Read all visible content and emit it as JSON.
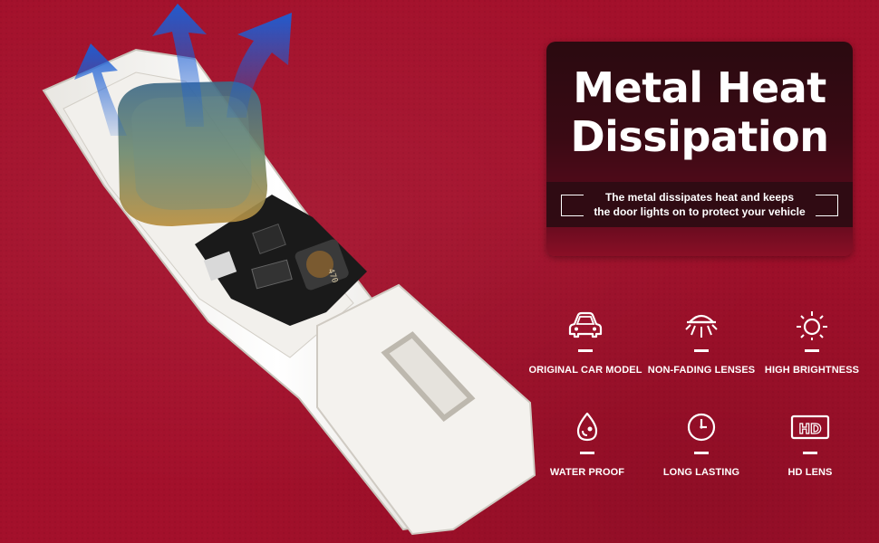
{
  "panel": {
    "title_line1": "Metal Heat",
    "title_line2": "Dissipation",
    "tagline_line1": "The metal dissipates heat and keeps",
    "tagline_line2": "the door lights on to protect your vehicle"
  },
  "features": [
    {
      "label": "ORIGINAL CAR MODEL",
      "icon": "car-icon"
    },
    {
      "label": "NON-FADING LENSES",
      "icon": "lamp-icon"
    },
    {
      "label": "HIGH BRIGHTNESS",
      "icon": "sun-icon"
    },
    {
      "label": "WATER PROOF",
      "icon": "water-drop-icon"
    },
    {
      "label": "LONG LASTING",
      "icon": "clock-icon"
    },
    {
      "label": "HD LENS",
      "icon": "hd-icon"
    }
  ],
  "product": {
    "inductor_marking": "470"
  },
  "colors": {
    "background": "#a3102b",
    "panel_dark": "#2a0a10",
    "arrow_blue": "#1b5fd6",
    "text": "#ffffff"
  }
}
